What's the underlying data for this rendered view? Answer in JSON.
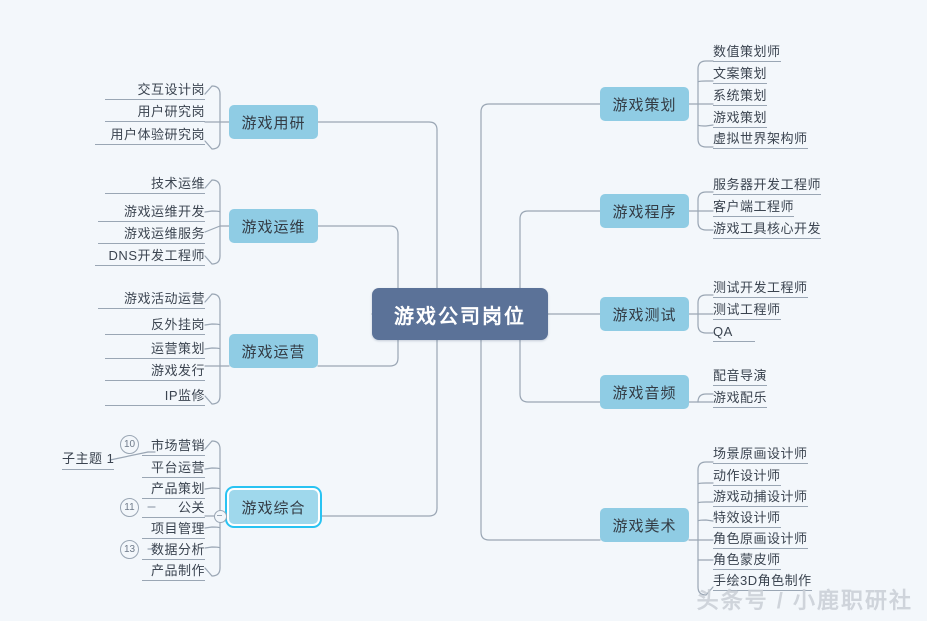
{
  "canvas": {
    "background": "#f3f7fb",
    "root_color": "#5b7298",
    "branch_color": "#8fcce4",
    "selected_outline": "#29c3f2",
    "line_color": "#9aa6b4"
  },
  "root": {
    "label": "游戏公司岗位"
  },
  "watermark": {
    "text": "头条号 / 小鹿职研社"
  },
  "side_labels": {
    "subtopic": "子主题 1"
  },
  "branches": [
    {
      "id": "youyan",
      "label": "游戏用研",
      "side": "left",
      "selected": false,
      "leaves": [
        "交互设计岗",
        "用户研究岗",
        "用户体验研究岗"
      ]
    },
    {
      "id": "yunwei",
      "label": "游戏运维",
      "side": "left",
      "selected": false,
      "leaves": [
        "技术运维",
        "游戏运维开发",
        "游戏运维服务",
        "DNS开发工程师"
      ]
    },
    {
      "id": "yunying",
      "label": "游戏运营",
      "side": "left",
      "selected": false,
      "leaves": [
        "游戏活动运营",
        "反外挂岗",
        "运营策划",
        "游戏发行",
        "IP监修"
      ]
    },
    {
      "id": "zonghe",
      "label": "游戏综合",
      "side": "left",
      "selected": true,
      "leaves": [
        "市场营销",
        "平台运营",
        "产品策划",
        "公关",
        "项目管理",
        "数据分析",
        "产品制作"
      ]
    },
    {
      "id": "cehua",
      "label": "游戏策划",
      "side": "right",
      "selected": false,
      "leaves": [
        "数值策划师",
        "文案策划",
        "系统策划",
        "游戏策划",
        "虚拟世界架构师"
      ]
    },
    {
      "id": "chengxu",
      "label": "游戏程序",
      "side": "right",
      "selected": false,
      "leaves": [
        "服务器开发工程师",
        "客户端工程师",
        "游戏工具核心开发"
      ]
    },
    {
      "id": "ceshi",
      "label": "游戏测试",
      "side": "right",
      "selected": false,
      "leaves": [
        "测试开发工程师",
        "测试工程师",
        "QA"
      ]
    },
    {
      "id": "yinpin",
      "label": "游戏音频",
      "side": "right",
      "selected": false,
      "leaves": [
        "配音导演",
        "游戏配乐"
      ]
    },
    {
      "id": "meishu",
      "label": "游戏美术",
      "side": "right",
      "selected": false,
      "leaves": [
        "场景原画设计师",
        "动作设计师",
        "游戏动捕设计师",
        "特效设计师",
        "角色原画设计师",
        "角色蒙皮师",
        "手绘3D角色制作"
      ]
    }
  ],
  "badges": [
    {
      "value": "10"
    },
    {
      "value": "11"
    },
    {
      "value": "13"
    }
  ]
}
